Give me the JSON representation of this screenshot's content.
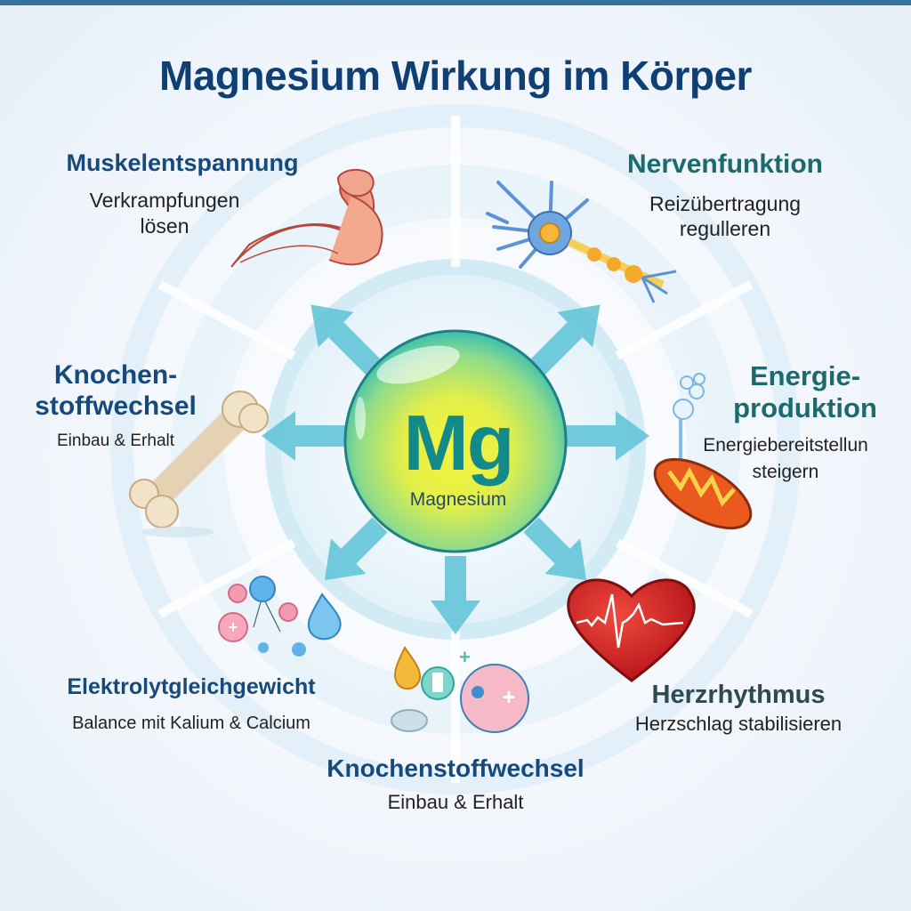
{
  "title": "Magnesium Wirkung im Körper",
  "center": {
    "symbol": "Mg",
    "name": "Magnesium"
  },
  "effects": [
    {
      "heading": "Muskelentspannung",
      "text_lines": [
        "Verkrampfungen",
        "lösen"
      ],
      "icon": "flexed-arm-muscle-icon",
      "position": "top-left"
    },
    {
      "heading": "Nervenfunktion",
      "text_lines": [
        "Reizübertragung",
        "regulleren"
      ],
      "icon": "neuron-icon",
      "position": "top-right"
    },
    {
      "heading_lines": [
        "Knochen-",
        "stoffwechsel"
      ],
      "text_lines": [
        "Einbau & Erhalt"
      ],
      "icon": "bone-icon",
      "position": "left"
    },
    {
      "heading_lines": [
        "Energie-",
        "produktion"
      ],
      "text_lines": [
        "Energiebereitstellun",
        "steigern"
      ],
      "icon": "mitochondrion-icon",
      "position": "right"
    },
    {
      "heading": "Elektrolytgleichgewicht",
      "text_lines": [
        "Balance mit Kalium & Calcium"
      ],
      "icon": "electrolyte-molecules-icon",
      "position": "bottom-left"
    },
    {
      "heading": "Herzrhythmus",
      "text_lines": [
        "Herzschlag stabilisieren"
      ],
      "icon": "heart-ecg-icon",
      "position": "bottom-right"
    },
    {
      "heading": "Knochenstoffwechsel",
      "text_lines": [
        "Einbau & Erhalt"
      ],
      "icon": "mineral-bubbles-icon",
      "position": "bottom"
    }
  ],
  "colors": {
    "title": "#0f3f73",
    "heading_blue": "#174a7c",
    "heading_teal": "#1a6a6e",
    "arrow": "#5cc3d6",
    "sphere_center": "#f4f23a",
    "sphere_edge": "#37b9a8",
    "top_bar": "#35719f"
  }
}
